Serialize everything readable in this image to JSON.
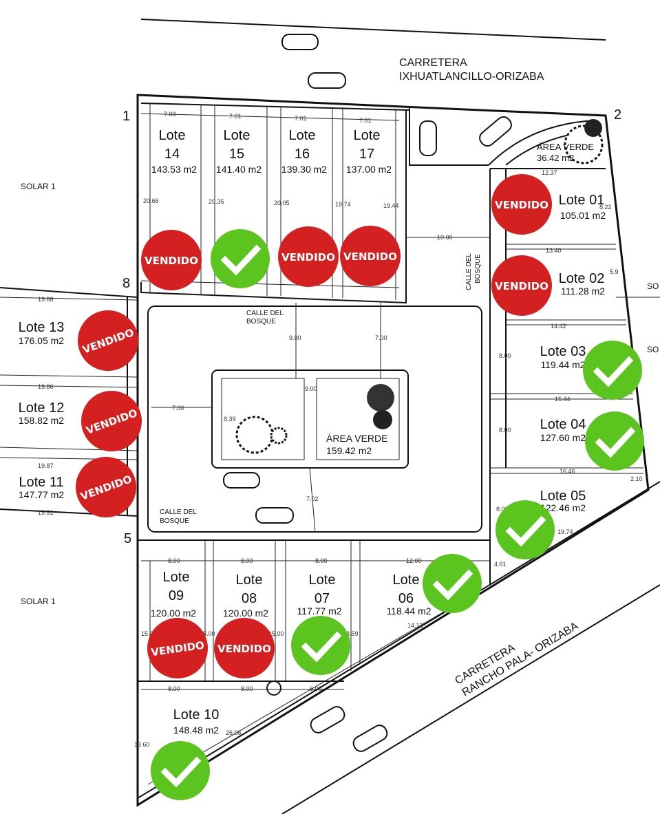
{
  "roads": {
    "north": [
      "CARRETERA",
      "IXHUATLANCILLO-ORIZABA"
    ],
    "south": [
      "CARRETERA",
      "RANCHO PALA- ORIZABA"
    ],
    "inner_top": [
      "CALLE DEL",
      "BOSQUE"
    ],
    "inner_right": [
      "CALLE DEL",
      "BOSQUE"
    ],
    "inner_bottom": [
      "CALLE DEL",
      "BOSQUE"
    ]
  },
  "neighbors": {
    "solar_top": "SOLAR 1",
    "solar_bottom": "SOLAR 1",
    "right_1": "SO",
    "right_2": "SO"
  },
  "vertices": {
    "v1": "1",
    "v2": "2",
    "v5": "5",
    "v8": "8"
  },
  "green_areas": [
    {
      "name": "ÁREA VERDE",
      "area": "36.42 m2"
    },
    {
      "name": "ÁREA VERDE",
      "area": "159.42 m2"
    }
  ],
  "lot_word": "Lote",
  "lots": [
    {
      "number": "14",
      "area": "143.53 m2",
      "status": "VENDIDO"
    },
    {
      "number": "15",
      "area": "141.40 m2",
      "status": "available"
    },
    {
      "number": "16",
      "area": "139.30 m2",
      "status": "VENDIDO"
    },
    {
      "number": "17",
      "area": "137.00 m2",
      "status": "VENDIDO"
    },
    {
      "label": "Lote 01",
      "area": "105.01 m2",
      "status": "VENDIDO"
    },
    {
      "label": "Lote 02",
      "area": "111.28 m2",
      "status": "VENDIDO"
    },
    {
      "label": "Lote 03",
      "area": "119.44 m2",
      "status": "available"
    },
    {
      "label": "Lote 04",
      "area": "127.60 m2",
      "status": "available"
    },
    {
      "label": "Lote 05",
      "area": "122.46 m2",
      "status": "available"
    },
    {
      "label": "Lote 13",
      "area": "176.05 m2",
      "status": "VENDIDO"
    },
    {
      "label": "Lote 12",
      "area": "158.82 m2",
      "status": "VENDIDO"
    },
    {
      "label": "Lote 11",
      "area": "147.77 m2",
      "status": "VENDIDO"
    },
    {
      "number": "09",
      "area": "120.00 m2",
      "status": "VENDIDO"
    },
    {
      "number": "08",
      "area": "120.00 m2",
      "status": "VENDIDO"
    },
    {
      "number": "07",
      "area": "117.77 m2",
      "status": "available"
    },
    {
      "number": "06",
      "area": "118.44 m2",
      "status": "available"
    },
    {
      "label": "Lote 10",
      "area": "148.48 m2",
      "status": "available"
    }
  ],
  "sold_label": "VENDIDO",
  "dimensions": [
    "7.03",
    "7.01",
    "7.01",
    "7.01",
    "20.66",
    "20.35",
    "20.05",
    "19.74",
    "19.44",
    "10.00",
    "12.37",
    "8.22",
    "13.40",
    "5.9",
    "14.42",
    "8.00",
    "15.44",
    "8.00",
    "16.46",
    "2.10",
    "8.00",
    "19.74",
    "4.61",
    "19.88",
    "19.86",
    "19.87",
    "19.91",
    "7.00",
    "9.00",
    "7.00",
    "9.00",
    "8.39",
    "7.02",
    "8.00",
    "8.00",
    "8.00",
    "12.00",
    "14.12",
    "15.00",
    "15.00",
    "15.00",
    "3.59",
    "8.00",
    "8.00",
    "6.00",
    "26.06",
    "13.60"
  ],
  "colors": {
    "sold": "#d42020",
    "available": "#5cc41e"
  }
}
